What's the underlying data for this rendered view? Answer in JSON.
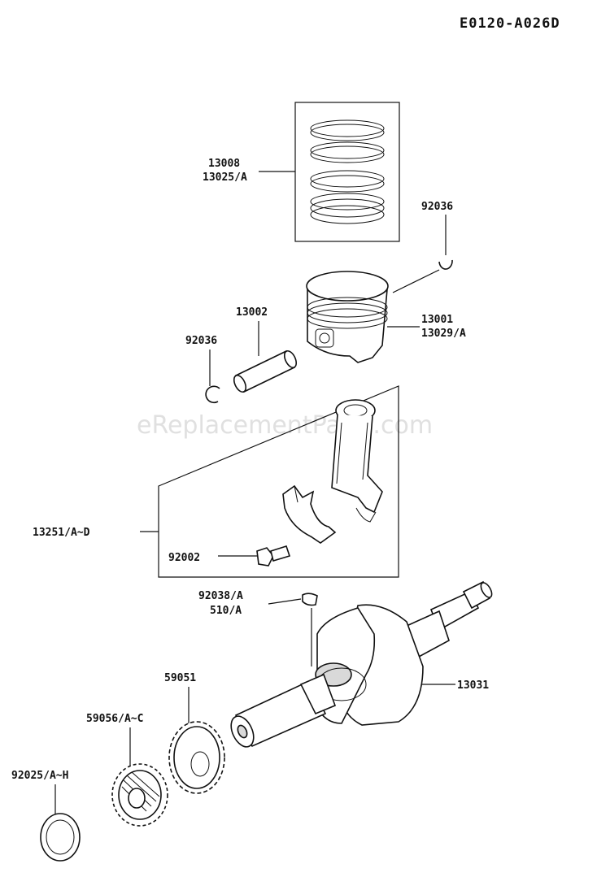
{
  "diagram_code": "E0120-A026D",
  "watermark": "eReplacementParts.com",
  "labels": {
    "piston_rings": [
      "13008",
      "13025/A"
    ],
    "circlip_top": "92036",
    "piston_pin": "13002",
    "circlip_left": "92036",
    "piston": [
      "13001",
      "13029/A"
    ],
    "conrod": "13251/A~D",
    "conrod_bolt": "92002",
    "key": [
      "92038/A",
      "510/A"
    ],
    "crankshaft": "13031",
    "gear_59051": "59051",
    "gear_59056": "59056/A~C",
    "shim": "92025/A~H"
  }
}
